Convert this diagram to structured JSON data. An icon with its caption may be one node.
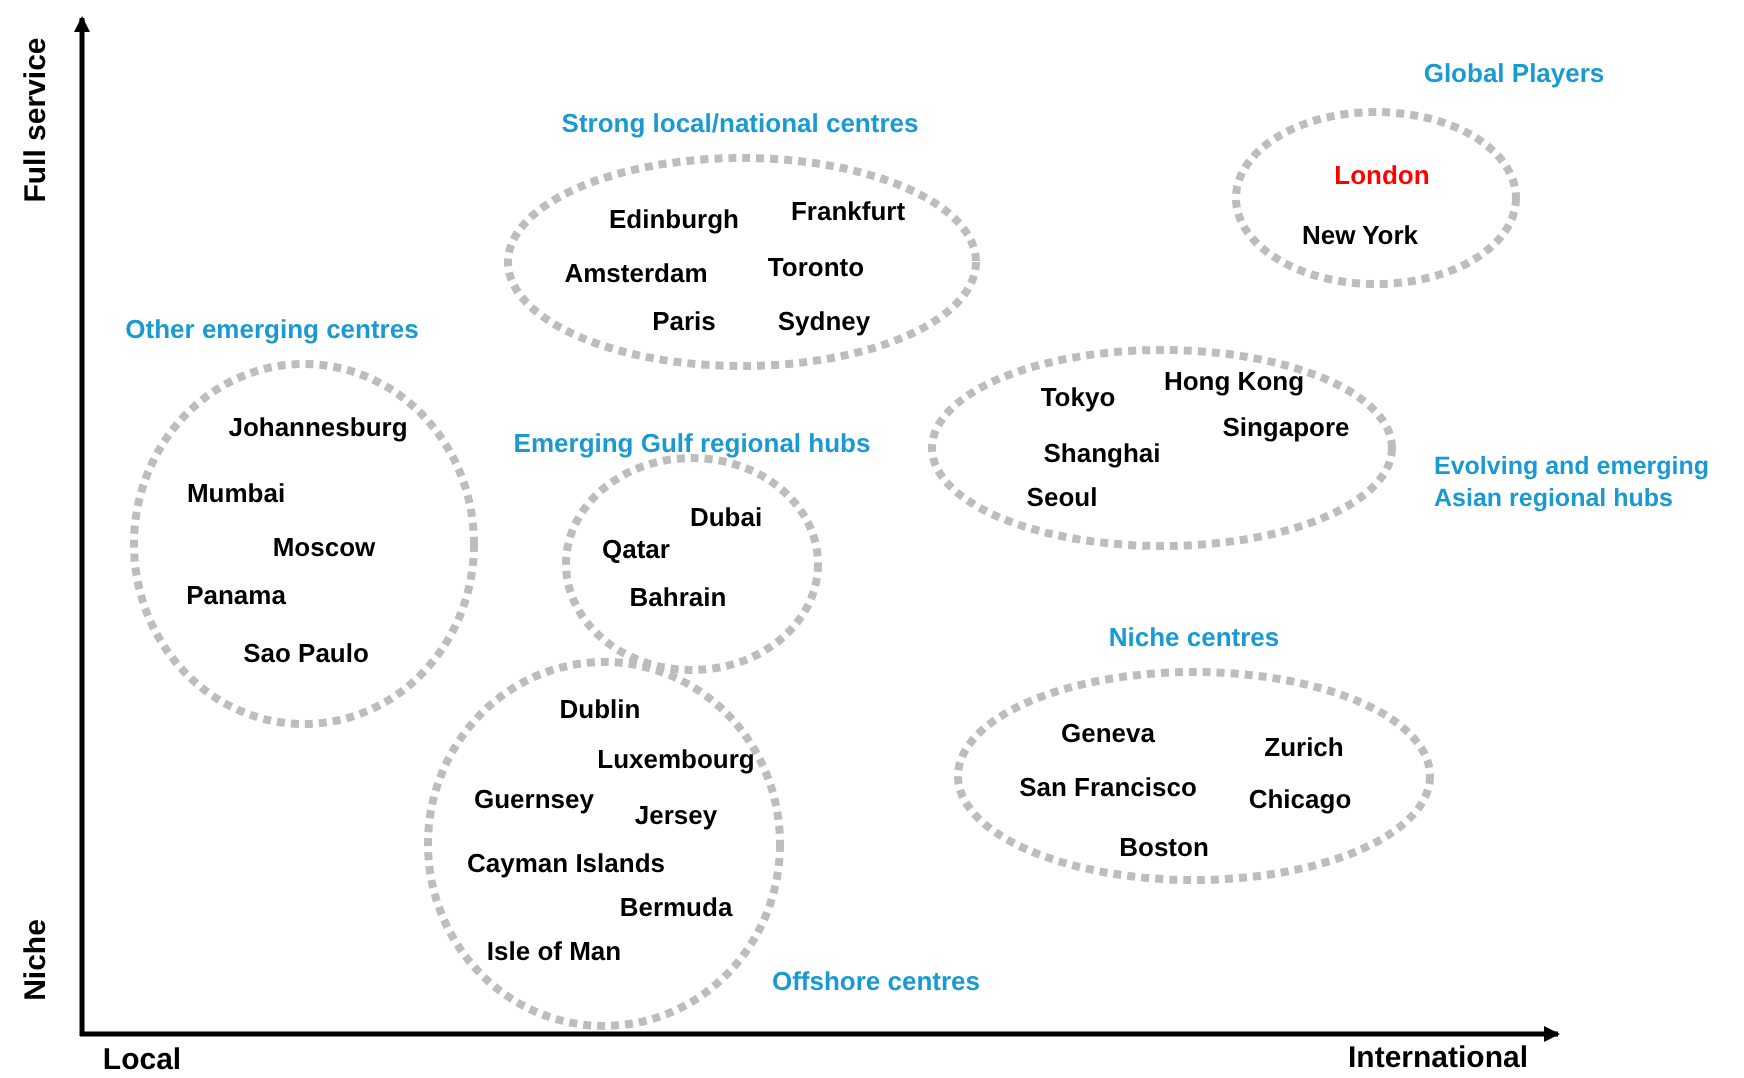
{
  "diagram": {
    "nodes": [
      {
        "text": [
          "Global Players",
          "London",
          "New York"
        ]
      },
      {
        "text": [
          "Strong local/national centres",
          "Edinburgh",
          "Frankfurt",
          "Amsterdam",
          "Toronto",
          "Paris",
          "Sydney"
        ]
      },
      {
        "text": [
          "Other emerging centres",
          "Johannesburg",
          "Mumbai",
          "Moscow",
          "Panama",
          "Sao Paulo"
        ]
      },
      {
        "text": [
          "Evolving and emerging Asian regional hubs",
          "Tokyo",
          "Hong Kong",
          "Shanghai",
          "Singapore",
          "Seoul"
        ]
      },
      {
        "text": [
          "Emerging Gulf regional hubs",
          "Dubai",
          "Qatar",
          "Bahrain"
        ]
      },
      {
        "text": [
          "Niche centres",
          "Geneva",
          "Zurich",
          "San Francisco",
          "Chicago",
          "Boston"
        ]
      },
      {
        "text": [
          "Offshore centres",
          "Dublin",
          "Luxembourg",
          "Guernsey",
          "Jersey",
          "Cayman Islands",
          "Bermuda",
          "Isle of Man"
        ]
      }
    ],
    "labels": [
      "Full service",
      "Niche",
      "Local",
      "International"
    ]
  }
}
